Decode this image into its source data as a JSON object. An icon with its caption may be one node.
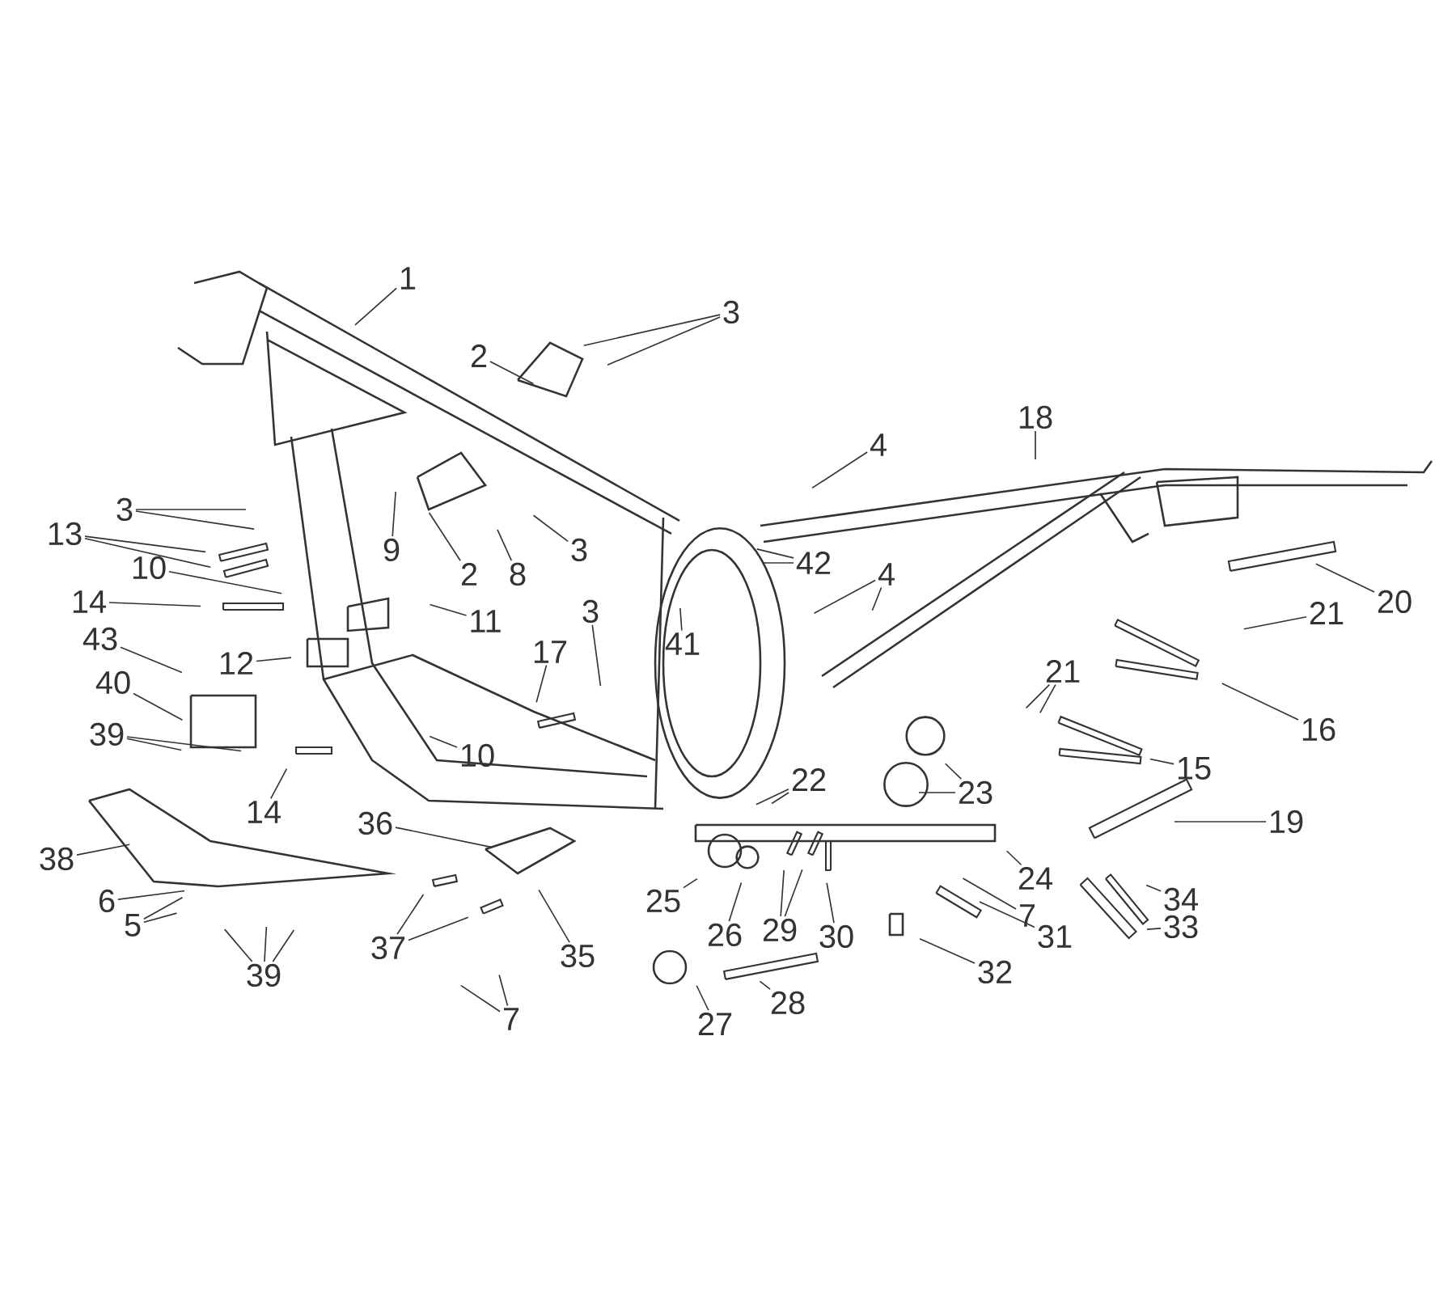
{
  "diagram": {
    "nodes": [
      {
        "text": [
          "1"
        ]
      },
      {
        "text": [
          "3"
        ]
      },
      {
        "text": [
          "2"
        ]
      },
      {
        "text": [
          "4"
        ]
      },
      {
        "text": [
          "18"
        ]
      },
      {
        "text": [
          "3"
        ]
      },
      {
        "text": [
          "13"
        ]
      },
      {
        "text": [
          "9"
        ]
      },
      {
        "text": [
          "2"
        ]
      },
      {
        "text": [
          "8"
        ]
      },
      {
        "text": [
          "3"
        ]
      },
      {
        "text": [
          "42"
        ]
      },
      {
        "text": [
          "10"
        ]
      },
      {
        "text": [
          "4"
        ]
      },
      {
        "text": [
          "14"
        ]
      },
      {
        "text": [
          "11"
        ]
      },
      {
        "text": [
          "41"
        ]
      },
      {
        "text": [
          "3"
        ]
      },
      {
        "text": [
          "43"
        ]
      },
      {
        "text": [
          "12"
        ]
      },
      {
        "text": [
          "40"
        ]
      },
      {
        "text": [
          "17"
        ]
      },
      {
        "text": [
          "21"
        ]
      },
      {
        "text": [
          "20"
        ]
      },
      {
        "text": [
          "16"
        ]
      },
      {
        "text": [
          "21"
        ]
      },
      {
        "text": [
          "15"
        ]
      },
      {
        "text": [
          "39"
        ]
      },
      {
        "text": [
          "10"
        ]
      },
      {
        "text": [
          "14"
        ]
      },
      {
        "text": [
          "22"
        ]
      },
      {
        "text": [
          "23"
        ]
      },
      {
        "text": [
          "36"
        ]
      },
      {
        "text": [
          "19"
        ]
      },
      {
        "text": [
          "24"
        ]
      },
      {
        "text": [
          "38"
        ]
      },
      {
        "text": [
          "6"
        ]
      },
      {
        "text": [
          "35"
        ]
      },
      {
        "text": [
          "25"
        ]
      },
      {
        "text": [
          "26"
        ]
      },
      {
        "text": [
          "29"
        ]
      },
      {
        "text": [
          "30"
        ]
      },
      {
        "text": [
          "7"
        ]
      },
      {
        "text": [
          "34"
        ]
      },
      {
        "text": [
          "5"
        ]
      },
      {
        "text": [
          "37"
        ]
      },
      {
        "text": [
          "31"
        ]
      },
      {
        "text": [
          "33"
        ]
      },
      {
        "text": [
          "32"
        ]
      },
      {
        "text": [
          "39"
        ]
      },
      {
        "text": [
          "7"
        ]
      },
      {
        "text": [
          "27"
        ]
      },
      {
        "text": [
          "28"
        ]
      }
    ],
    "edges": [
      {
        "from": 0,
        "to": null,
        "arrow": "none"
      },
      {
        "from": 1,
        "to": null,
        "arrow": "none"
      },
      {
        "from": 1,
        "to": null,
        "arrow": "none"
      },
      {
        "from": 2,
        "to": null,
        "arrow": "none"
      },
      {
        "from": 3,
        "to": null,
        "arrow": "none"
      },
      {
        "from": 4,
        "to": null,
        "arrow": "none"
      },
      {
        "from": 5,
        "to": null,
        "arrow": "none"
      },
      {
        "from": 5,
        "to": null,
        "arrow": "none"
      },
      {
        "from": 6,
        "to": null,
        "arrow": "none"
      },
      {
        "from": 6,
        "to": null,
        "arrow": "none"
      },
      {
        "from": 7,
        "to": null,
        "arrow": "none"
      },
      {
        "from": 8,
        "to": null,
        "arrow": "none"
      },
      {
        "from": 9,
        "to": null,
        "arrow": "none"
      },
      {
        "from": 10,
        "to": null,
        "arrow": "none"
      },
      {
        "from": 11,
        "to": null,
        "arrow": "none"
      },
      {
        "from": 11,
        "to": null,
        "arrow": "none"
      },
      {
        "from": 12,
        "to": null,
        "arrow": "none"
      },
      {
        "from": 13,
        "to": null,
        "arrow": "none"
      },
      {
        "from": 13,
        "to": null,
        "arrow": "none"
      },
      {
        "from": 14,
        "to": null,
        "arrow": "none"
      },
      {
        "from": 15,
        "to": null,
        "arrow": "none"
      },
      {
        "from": 16,
        "to": null,
        "arrow": "none"
      },
      {
        "from": 17,
        "to": null,
        "arrow": "none"
      },
      {
        "from": 18,
        "to": null,
        "arrow": "none"
      },
      {
        "from": 19,
        "to": null,
        "arrow": "none"
      },
      {
        "from": 20,
        "to": null,
        "arrow": "none"
      },
      {
        "from": 21,
        "to": null,
        "arrow": "none"
      },
      {
        "from": 22,
        "to": null,
        "arrow": "none"
      },
      {
        "from": 23,
        "to": null,
        "arrow": "none"
      },
      {
        "from": 24,
        "to": null,
        "arrow": "none"
      },
      {
        "from": 25,
        "to": null,
        "arrow": "none"
      },
      {
        "from": 25,
        "to": null,
        "arrow": "none"
      },
      {
        "from": 26,
        "to": null,
        "arrow": "none"
      },
      {
        "from": 27,
        "to": null,
        "arrow": "none"
      },
      {
        "from": 27,
        "to": null,
        "arrow": "none"
      },
      {
        "from": 28,
        "to": null,
        "arrow": "none"
      },
      {
        "from": 29,
        "to": null,
        "arrow": "none"
      },
      {
        "from": 30,
        "to": null,
        "arrow": "none"
      },
      {
        "from": 30,
        "to": null,
        "arrow": "none"
      },
      {
        "from": 31,
        "to": null,
        "arrow": "none"
      },
      {
        "from": 31,
        "to": null,
        "arrow": "none"
      },
      {
        "from": 32,
        "to": null,
        "arrow": "none"
      },
      {
        "from": 33,
        "to": null,
        "arrow": "none"
      },
      {
        "from": 34,
        "to": null,
        "arrow": "none"
      },
      {
        "from": 35,
        "to": null,
        "arrow": "none"
      },
      {
        "from": 36,
        "to": null,
        "arrow": "none"
      },
      {
        "from": 37,
        "to": null,
        "arrow": "none"
      },
      {
        "from": 38,
        "to": null,
        "arrow": "none"
      },
      {
        "from": 39,
        "to": null,
        "arrow": "none"
      },
      {
        "from": 40,
        "to": null,
        "arrow": "none"
      },
      {
        "from": 40,
        "to": null,
        "arrow": "none"
      },
      {
        "from": 41,
        "to": null,
        "arrow": "none"
      },
      {
        "from": 42,
        "to": null,
        "arrow": "none"
      },
      {
        "from": 43,
        "to": null,
        "arrow": "none"
      },
      {
        "from": 44,
        "to": null,
        "arrow": "none"
      },
      {
        "from": 44,
        "to": null,
        "arrow": "none"
      },
      {
        "from": 45,
        "to": null,
        "arrow": "none"
      },
      {
        "from": 45,
        "to": null,
        "arrow": "none"
      },
      {
        "from": 46,
        "to": null,
        "arrow": "none"
      },
      {
        "from": 47,
        "to": null,
        "arrow": "none"
      },
      {
        "from": 48,
        "to": null,
        "arrow": "none"
      },
      {
        "from": 49,
        "to": null,
        "arrow": "none"
      },
      {
        "from": 49,
        "to": null,
        "arrow": "none"
      },
      {
        "from": 49,
        "to": null,
        "arrow": "none"
      },
      {
        "from": 50,
        "to": null,
        "arrow": "none"
      },
      {
        "from": 50,
        "to": null,
        "arrow": "none"
      },
      {
        "from": 51,
        "to": null,
        "arrow": "none"
      },
      {
        "from": 52,
        "to": null,
        "arrow": "none"
      }
    ]
  }
}
